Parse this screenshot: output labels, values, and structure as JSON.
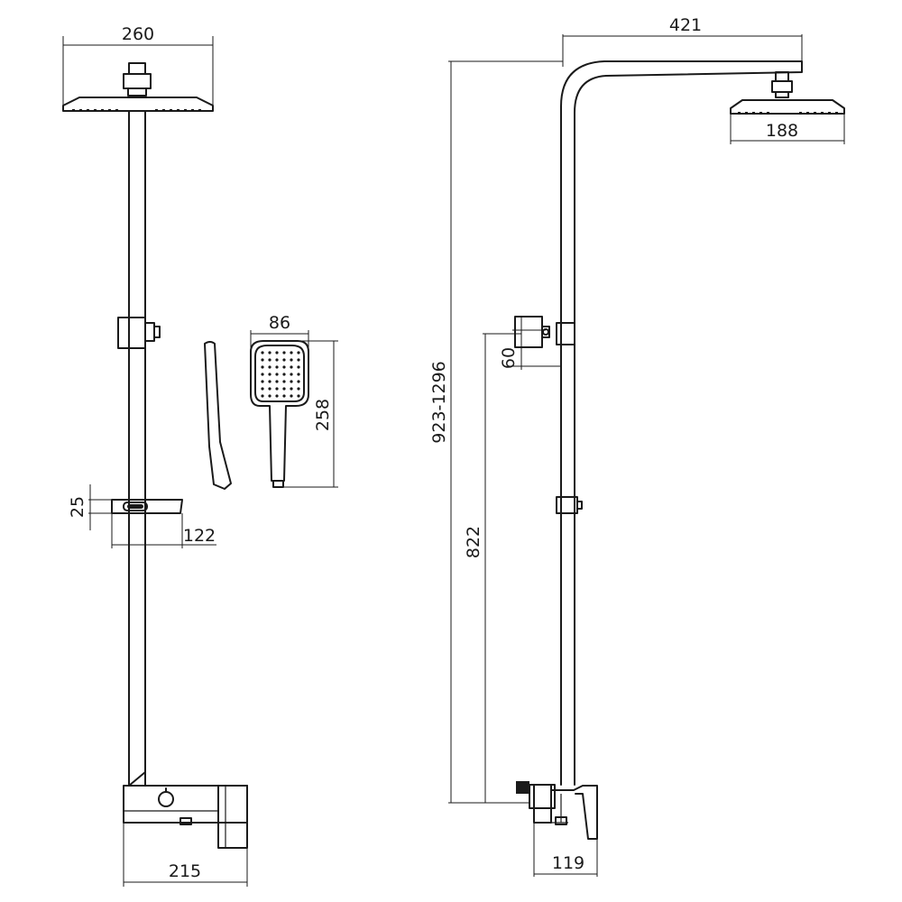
{
  "dimensions": {
    "head_width": "260",
    "slide_height": "25",
    "holder_width": "122",
    "handshower_width": "86",
    "handshower_length": "258",
    "mixer_width": "215",
    "arm_reach": "421",
    "side_head_width": "188",
    "clamp_offset": "60",
    "total_height": "923-1296",
    "mixer_to_clamp": "822",
    "mixer_depth": "119"
  }
}
